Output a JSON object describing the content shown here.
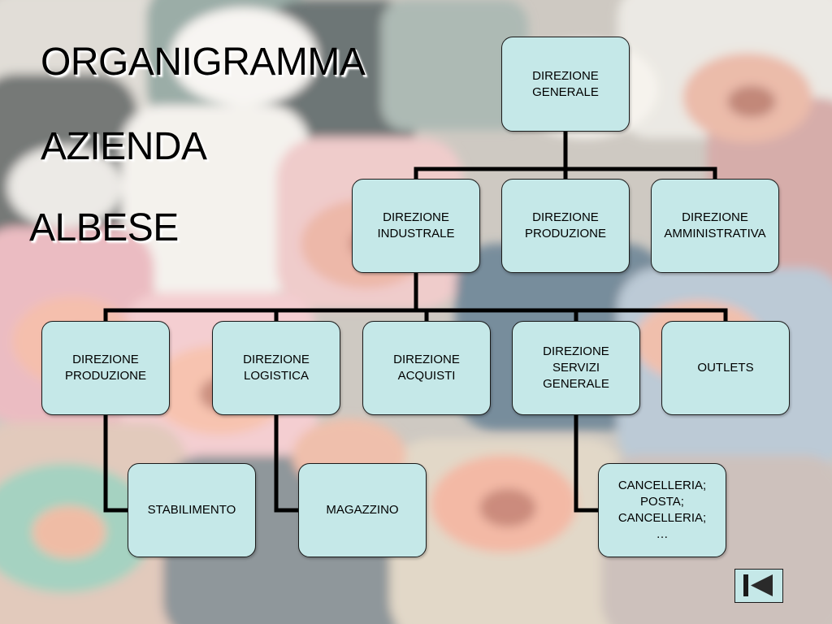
{
  "slide": {
    "title_lines": [
      "ORGANIGRAMMA",
      "AZIENDA",
      "ALBESE"
    ]
  },
  "org_chart": {
    "root": {
      "label": "DIREZIONE\nGENERALE"
    },
    "level2": [
      {
        "label": "DIREZIONE\nINDUSTRALE"
      },
      {
        "label": "DIREZIONE\nPRODUZIONE"
      },
      {
        "label": "DIREZIONE\nAMMINISTRATIVA"
      }
    ],
    "level3": [
      {
        "label": "DIREZIONE\nPRODUZIONE"
      },
      {
        "label": "DIREZIONE\nLOGISTICA"
      },
      {
        "label": "DIREZIONE\nACQUISTI"
      },
      {
        "label": "DIREZIONE\nSERVIZI\nGENERALE"
      },
      {
        "label": "OUTLETS"
      }
    ],
    "level4": [
      {
        "label": "STABILIMENTO"
      },
      {
        "label": "MAGAZZINO"
      },
      {
        "label": "CANCELLERIA;\nPOSTA;\nCANCELLERIA;\n…"
      }
    ]
  },
  "navigation": {
    "first_icon": "skip-to-first-icon"
  },
  "colors": {
    "node_fill": "#c5e8e8",
    "node_border": "#1a1a1a",
    "connector": "#000000"
  }
}
